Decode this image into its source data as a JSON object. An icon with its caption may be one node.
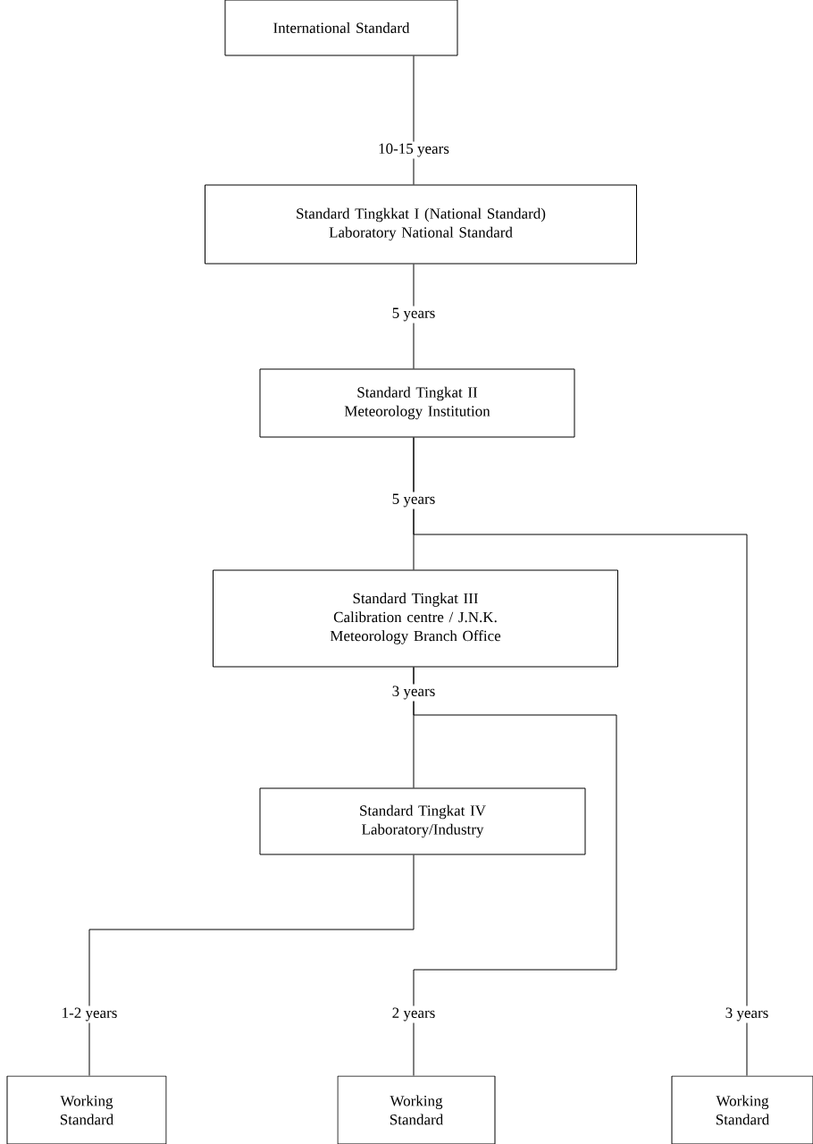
{
  "diagram": {
    "nodes": [
      {
        "text": [
          "International Standard"
        ]
      },
      {
        "text": [
          "Standard Tingkkat I (National Standard)",
          "Laboratory National Standard"
        ]
      },
      {
        "text": [
          "Standard Tingkat II",
          "Meteorology  Institution"
        ]
      },
      {
        "text": [
          "Standard Tingkat III",
          "Calibration centre / J.N.K.",
          "Meteorology Branch Office"
        ]
      },
      {
        "text": [
          "Standard Tingkat IV",
          "Laboratory/Industry"
        ]
      },
      {
        "text": [
          "Working Standard"
        ]
      },
      {
        "text": [
          "Working Standard"
        ]
      },
      {
        "text": [
          "Working Standard"
        ]
      }
    ],
    "edges": [
      {
        "from": 0,
        "to": 1,
        "arrow": "none",
        "label": "10-15 years"
      },
      {
        "from": 1,
        "to": 2,
        "arrow": "none",
        "label": "5 years"
      },
      {
        "from": 2,
        "to": 3,
        "arrow": "none",
        "label": "5 years"
      },
      {
        "from": 2,
        "to": 7,
        "arrow": "none",
        "label": "3 years"
      },
      {
        "from": 3,
        "to": 4,
        "arrow": "none",
        "label": "3 years"
      },
      {
        "from": 3,
        "to": 6,
        "arrow": "none",
        "label": "2 years"
      },
      {
        "from": 4,
        "to": 5,
        "arrow": "none",
        "label": "1-2 years"
      }
    ]
  }
}
